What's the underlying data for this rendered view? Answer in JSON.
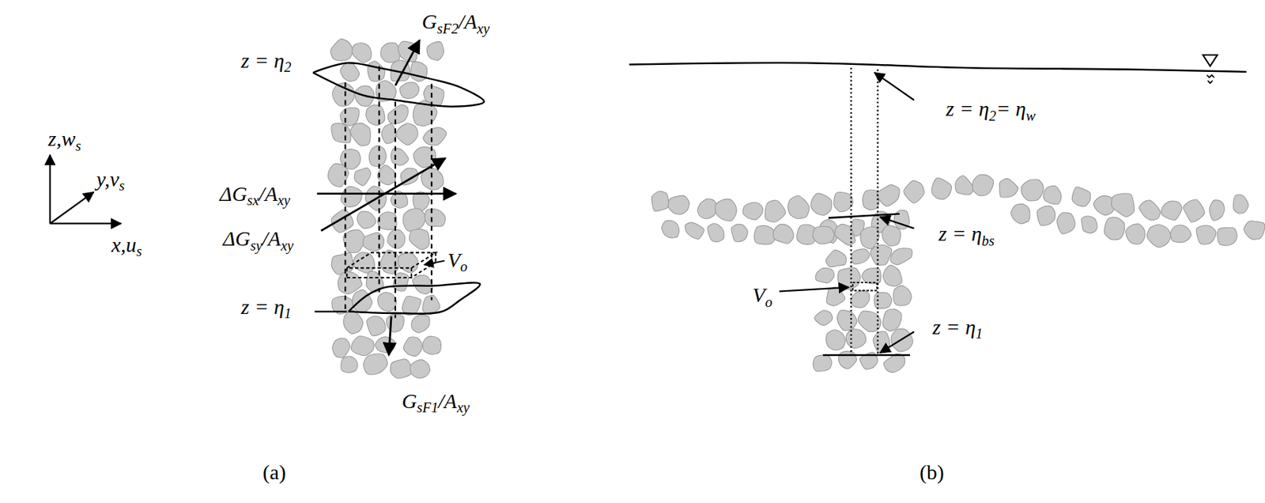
{
  "diagram": {
    "labels": [
      "GsF2/Axy",
      "z = η2",
      "z,ws",
      "y,vs",
      "x,us",
      "ΔGsx/Axy",
      "ΔGsy/Axy",
      "Vo",
      "z = η1",
      "GsF1/Axy",
      "(a)",
      "z = η2= ηw",
      "z = ηbs",
      "Vo",
      "z = η1",
      "(b)"
    ]
  }
}
